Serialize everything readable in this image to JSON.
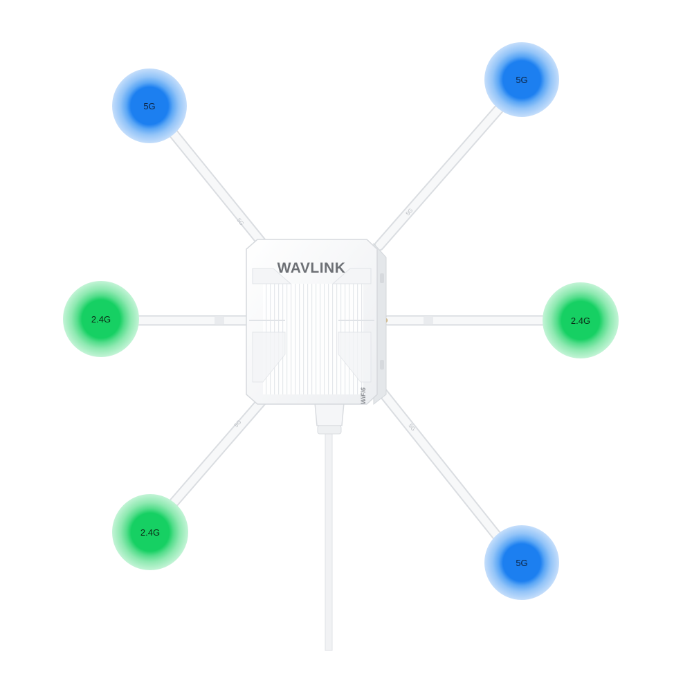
{
  "device": {
    "brand": "WAVLINK",
    "wifi_mark": "WiFi6",
    "band_colors": {
      "5G": "#2f8df0",
      "2.4G": "#21d46a"
    }
  },
  "bands": {
    "top_left": "5G",
    "top_right": "5G",
    "mid_left": "2.4G",
    "mid_right": "2.4G",
    "bottom_left": "2.4G",
    "bottom_right": "5G"
  }
}
